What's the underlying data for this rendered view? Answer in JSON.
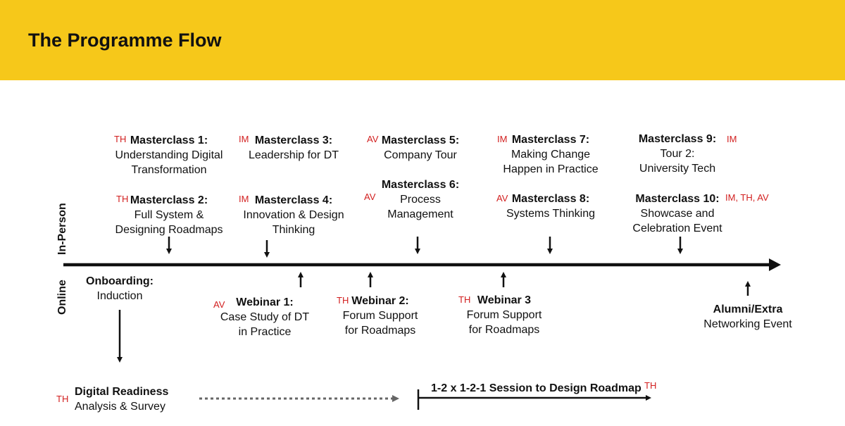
{
  "header": {
    "title": "The Programme Flow"
  },
  "lanes": {
    "in_person": "In-Person",
    "online": "Online"
  },
  "in_person": [
    {
      "tag": "TH",
      "title": "Masterclass 1:",
      "lines": [
        "Understanding Digital",
        "Transformation"
      ]
    },
    {
      "tag": "TH",
      "title": "Masterclass 2:",
      "lines": [
        "Full System &",
        "Designing Roadmaps"
      ]
    },
    {
      "tag": "IM",
      "title": "Masterclass 3:",
      "lines": [
        "Leadership for DT"
      ]
    },
    {
      "tag": "IM",
      "title": "Masterclass 4:",
      "lines": [
        "Innovation & Design",
        "Thinking"
      ]
    },
    {
      "tag": "AV",
      "title": "Masterclass 5:",
      "lines": [
        "Company Tour"
      ]
    },
    {
      "tag": "AV",
      "title": "Masterclass 6:",
      "lines": [
        "Process",
        "Management"
      ]
    },
    {
      "tag": "IM",
      "title": "Masterclass 7:",
      "lines": [
        "Making Change",
        "Happen in Practice"
      ]
    },
    {
      "tag": "AV",
      "title": "Masterclass 8:",
      "lines": [
        "Systems Thinking"
      ]
    },
    {
      "tag": "IM",
      "title": "Masterclass 9:",
      "lines": [
        "Tour 2:",
        "University Tech"
      ]
    },
    {
      "tag": "IM, TH, AV",
      "title": "Masterclass 10:",
      "lines": [
        "Showcase and",
        "Celebration Event"
      ]
    }
  ],
  "online": [
    {
      "tag": "",
      "title": "Onboarding:",
      "lines": [
        "Induction"
      ]
    },
    {
      "tag": "AV",
      "title": "Webinar 1:",
      "lines": [
        "Case Study of DT",
        "in Practice"
      ]
    },
    {
      "tag": "TH",
      "title": "Webinar 2:",
      "lines": [
        "Forum Support",
        "for Roadmaps"
      ]
    },
    {
      "tag": "TH",
      "title": "Webinar 3",
      "lines": [
        "Forum Support",
        "for Roadmaps"
      ]
    },
    {
      "tag": "",
      "title": "Alumni/Extra",
      "lines": [
        "Networking Event"
      ]
    }
  ],
  "bottom": {
    "readiness": {
      "tag": "TH",
      "title": "Digital Readiness",
      "lines": [
        "Analysis & Survey"
      ]
    },
    "session": {
      "tag": "TH",
      "title": "1-2 x 1-2-1 Session to Design Roadmap"
    }
  },
  "colors": {
    "header_bg": "#f6c81a",
    "tag": "#d21f1f",
    "line": "#111111",
    "dotted": "#666666"
  }
}
